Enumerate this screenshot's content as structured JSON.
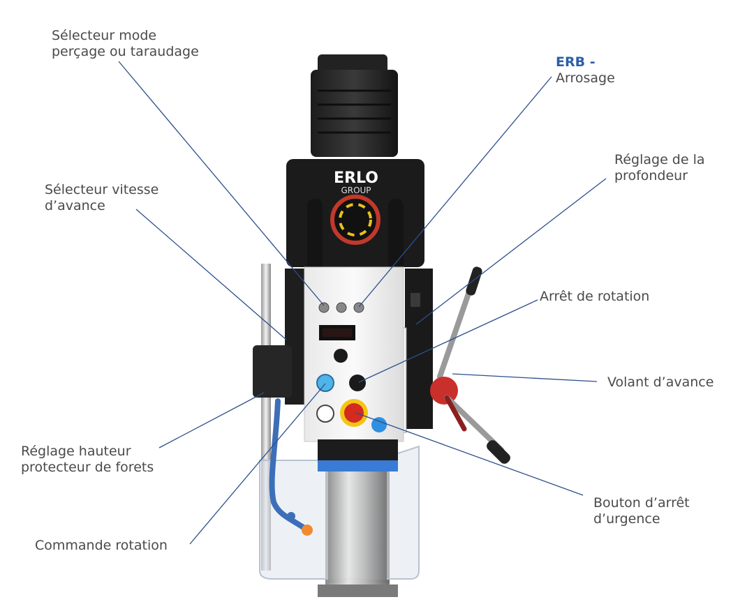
{
  "brand": {
    "line1": "ERLO",
    "line2": "GROUP"
  },
  "colors": {
    "leader_line": "#2c4f8a",
    "label_text": "#4a4a4a",
    "accent": "#2d5ea8"
  },
  "labels": {
    "mode_selector": {
      "line1": "Sélecteur mode",
      "line2": "perçage ou taraudage"
    },
    "erb": {
      "line1": "ERB -",
      "line2": "Arrosage"
    },
    "depth": {
      "line1": "Réglage de la",
      "line2": "profondeur"
    },
    "feed_speed": {
      "line1": "Sélecteur vitesse",
      "line2": "d’avance"
    },
    "rotation_stop": {
      "line1": "Arrêt de rotation"
    },
    "feed_wheel": {
      "line1": "Volant d’avance"
    },
    "guard_height": {
      "line1": "Réglage hauteur",
      "line2": "protecteur de forets"
    },
    "emergency": {
      "line1": "Bouton d’arrêt",
      "line2": "d’urgence"
    },
    "rotation_cmd": {
      "line1": "Commande rotation"
    }
  }
}
